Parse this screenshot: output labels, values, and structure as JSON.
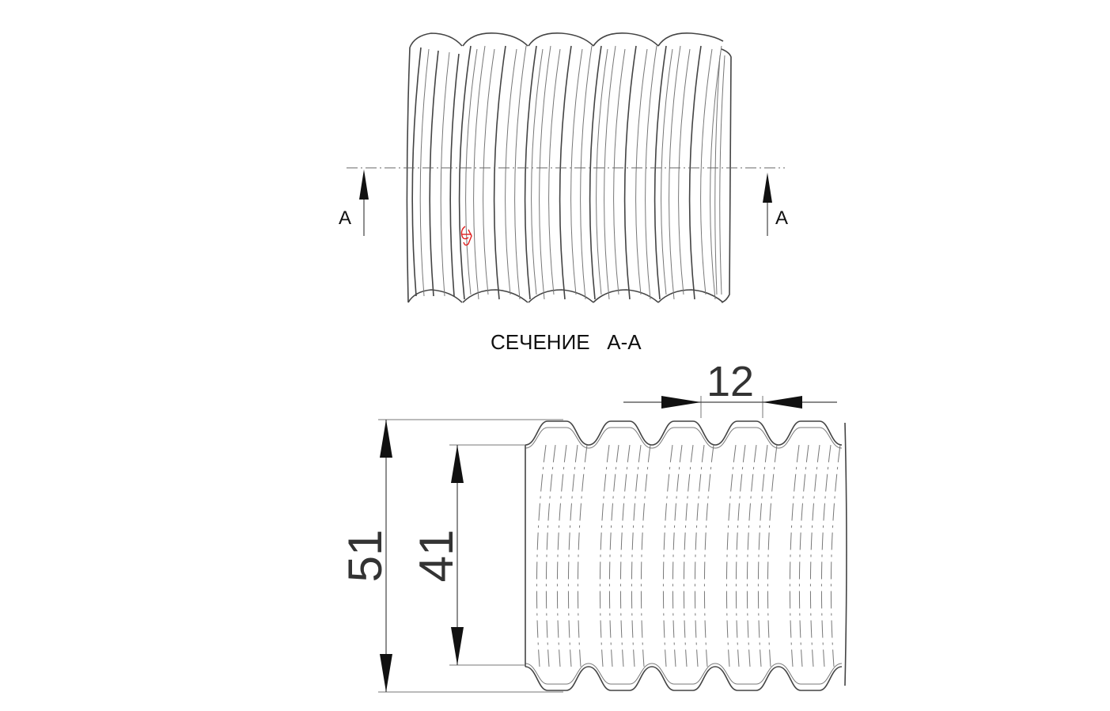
{
  "labels": {
    "section_left": "A",
    "section_right": "A",
    "section_title": "СЕЧЕНИЕ   А-А",
    "pitch": "12",
    "outer_diameter": "51",
    "inner_diameter": "41"
  },
  "colors": {
    "line": "#444444",
    "stamp": "#e02020"
  }
}
